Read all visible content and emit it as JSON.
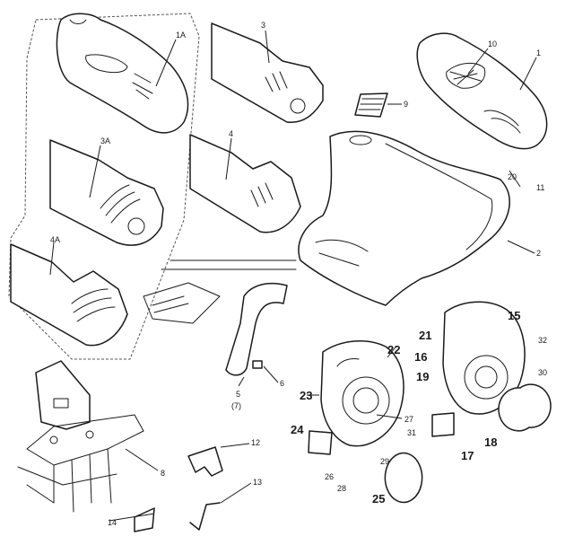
{
  "callouts": [
    {
      "id": "c1a",
      "text": "1A",
      "size": "sm"
    },
    {
      "id": "c3",
      "text": "3",
      "size": "sm"
    },
    {
      "id": "c10",
      "text": "10",
      "size": "sm"
    },
    {
      "id": "c1",
      "text": "1",
      "size": "sm"
    },
    {
      "id": "c9",
      "text": "9",
      "size": "sm"
    },
    {
      "id": "c3a",
      "text": "3A",
      "size": "sm"
    },
    {
      "id": "c4",
      "text": "4",
      "size": "sm"
    },
    {
      "id": "c20",
      "text": "20",
      "size": "sm"
    },
    {
      "id": "c11",
      "text": "11",
      "size": "sm"
    },
    {
      "id": "c2",
      "text": "2",
      "size": "sm"
    },
    {
      "id": "c4a",
      "text": "4A",
      "size": "sm"
    },
    {
      "id": "c15",
      "text": "15",
      "size": "lg"
    },
    {
      "id": "c21",
      "text": "21",
      "size": "lg"
    },
    {
      "id": "c32",
      "text": "32",
      "size": "sm"
    },
    {
      "id": "c22",
      "text": "22",
      "size": "lg"
    },
    {
      "id": "c16",
      "text": "16",
      "size": "lg"
    },
    {
      "id": "c30",
      "text": "30",
      "size": "sm"
    },
    {
      "id": "c19",
      "text": "19",
      "size": "lg"
    },
    {
      "id": "c6",
      "text": "6",
      "size": "sm"
    },
    {
      "id": "c5",
      "text": "5",
      "size": "sm"
    },
    {
      "id": "c7",
      "text": "(7)",
      "size": "sm"
    },
    {
      "id": "c23",
      "text": "23",
      "size": "lg"
    },
    {
      "id": "c27",
      "text": "27",
      "size": "sm"
    },
    {
      "id": "c24",
      "text": "24",
      "size": "lg"
    },
    {
      "id": "c31",
      "text": "31",
      "size": "sm"
    },
    {
      "id": "c18",
      "text": "18",
      "size": "lg"
    },
    {
      "id": "c17",
      "text": "17",
      "size": "lg"
    },
    {
      "id": "c12",
      "text": "12",
      "size": "sm"
    },
    {
      "id": "c8",
      "text": "8",
      "size": "sm"
    },
    {
      "id": "c29",
      "text": "29",
      "size": "sm"
    },
    {
      "id": "c26",
      "text": "26",
      "size": "sm"
    },
    {
      "id": "c28",
      "text": "28",
      "size": "sm"
    },
    {
      "id": "c13",
      "text": "13",
      "size": "sm"
    },
    {
      "id": "c25",
      "text": "25",
      "size": "lg"
    },
    {
      "id": "c14",
      "text": "14",
      "size": "sm"
    }
  ]
}
